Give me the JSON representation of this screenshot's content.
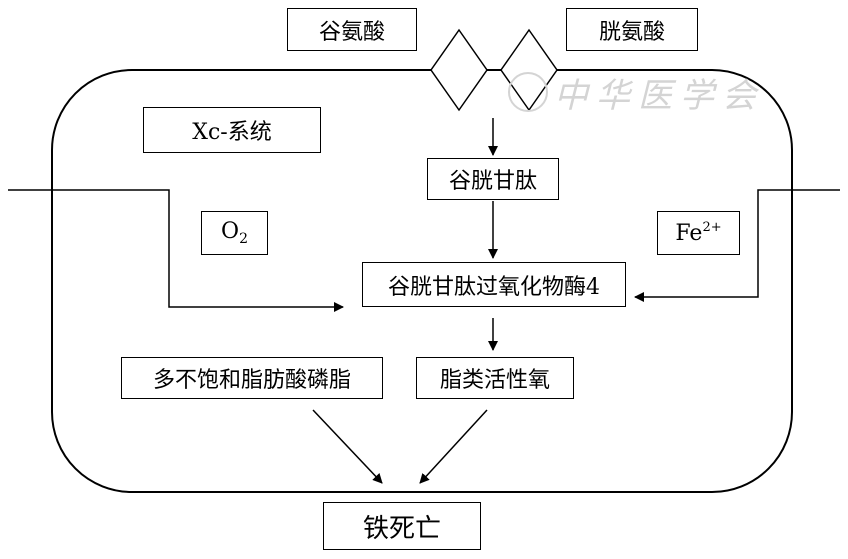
{
  "nodes": {
    "glutamate": "谷氨酸",
    "cystine": "胱氨酸",
    "xc_system": "Xc-系统",
    "glutathione": "谷胱甘肽",
    "oxygen": {
      "main": "O",
      "sub": "2"
    },
    "iron": {
      "main": "Fe",
      "sup": "2+"
    },
    "gpx4": "谷胱甘肽过氧化物酶4",
    "pufa": "多不饱和脂肪酸磷脂",
    "lipid_ros": "脂类活性氧",
    "ferroptosis": "铁死亡"
  },
  "watermark": "中华医学会"
}
